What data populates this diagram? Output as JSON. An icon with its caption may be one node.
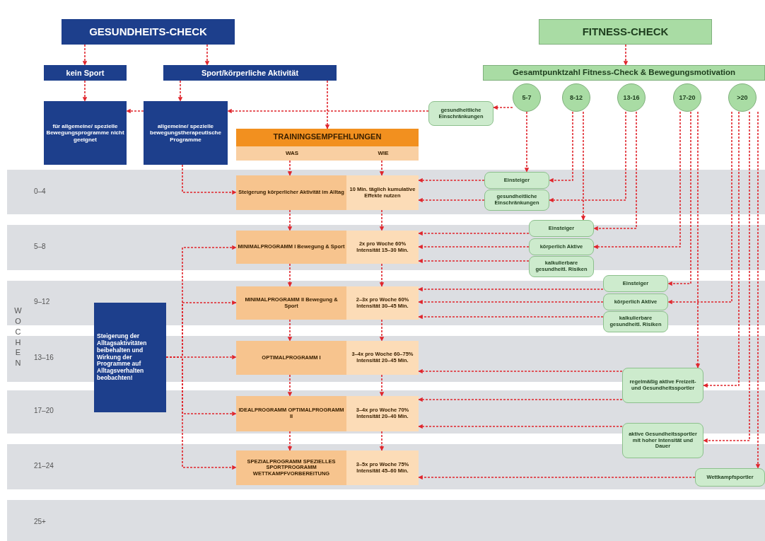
{
  "diagram": {
    "nodes": [
      {
        "text": [
          "GESUNDHEITS-CHECK"
        ]
      },
      {
        "text": [
          "kein Sport"
        ]
      },
      {
        "text": [
          "Sport/körperliche Aktivität"
        ]
      },
      {
        "text": [
          "für allgemeine/ spezielle Bewegungsprogramme nicht geeignet"
        ]
      },
      {
        "text": [
          "allgemeine/ spezielle bewegungstherapeutische Programme"
        ]
      },
      {
        "text": [
          "TRAININGSEMPFEHLUNGEN"
        ]
      },
      {
        "text": [
          "WAS"
        ],
        "in": 5
      },
      {
        "text": [
          "WIE"
        ],
        "in": 5
      },
      {
        "text": [
          "FITNESS-CHECK"
        ]
      },
      {
        "text": [
          "Gesamtpunktzahl Fitness-Check & Bewegungsmotivation"
        ]
      },
      {
        "text": [
          "5-7"
        ]
      },
      {
        "text": [
          "8-12"
        ]
      },
      {
        "text": [
          "13-16"
        ]
      },
      {
        "text": [
          "17-20"
        ]
      },
      {
        "text": [
          ">20"
        ]
      },
      {
        "text": [
          "gesundheitliche Einschränkungen"
        ]
      },
      {
        "text": [
          "Einsteiger"
        ]
      },
      {
        "text": [
          "gesundheitliche Einschränkungen"
        ]
      },
      {
        "text": [
          "Einsteiger"
        ]
      },
      {
        "text": [
          "körperlich Aktive"
        ]
      },
      {
        "text": [
          "kalkulierbare gesundheitl. Risiken"
        ]
      },
      {
        "text": [
          "Einsteiger"
        ]
      },
      {
        "text": [
          "körperlich Aktive"
        ]
      },
      {
        "text": [
          "kalkulierbare gesundheitl. Risiken"
        ]
      },
      {
        "text": [
          "regelmäßig aktive Freizeit- und Gesundheitssportler"
        ]
      },
      {
        "text": [
          "aktive Gesundheitssportler mit hoher Intensität und Dauer"
        ]
      },
      {
        "text": [
          "Wettkampfsportler"
        ]
      },
      {
        "text": [
          "Steigerung der Alltagsaktivitäten beibehalten und Wirkung der Programme auf Alltagsverhalten beobachten!"
        ]
      },
      {
        "text": [
          "Steigerung körperlicher Aktivität im Alltag"
        ]
      },
      {
        "text": [
          "10 Min. täglich kumulative Effekte nutzen"
        ]
      },
      {
        "text": [
          "MINIMALPROGRAMM I Bewegung & Sport"
        ]
      },
      {
        "text": [
          "2x pro Woche 60% Intensität 15–30 Min."
        ]
      },
      {
        "text": [
          "MINIMALPROGRAMM II Bewegung & Sport"
        ]
      },
      {
        "text": [
          "2–3x pro Woche 60% Intensität 30–45 Min."
        ]
      },
      {
        "text": [
          "OPTIMALPROGRAMM I"
        ]
      },
      {
        "text": [
          "3–4x pro Woche 60–75% Intensität 20–45 Min."
        ]
      },
      {
        "text": [
          "IDEALPROGRAMM OPTIMALPROGRAMM II"
        ]
      },
      {
        "text": [
          "3–4x pro Woche 70% Intensität 20–40 Min."
        ]
      },
      {
        "text": [
          "SPEZIALPROGRAMM SPEZIELLES SPORTPROGRAMM WETTKAMPFVORBEREITUNG"
        ]
      },
      {
        "text": [
          "3–5x pro Woche 75% Intensität 45–60 Min."
        ]
      }
    ],
    "edges": [
      {
        "from": 0,
        "to": 1,
        "arrow": "to"
      },
      {
        "from": 0,
        "to": 2,
        "arrow": "to"
      },
      {
        "from": 1,
        "to": 3,
        "arrow": "to"
      },
      {
        "from": 2,
        "to": 4,
        "arrow": "to"
      },
      {
        "from": 2,
        "to": 5,
        "arrow": "to"
      },
      {
        "from": 4,
        "to": 3,
        "arrow": "to"
      },
      {
        "from": 15,
        "to": 4,
        "arrow": "to"
      },
      {
        "from": 10,
        "to": 15,
        "arrow": "to"
      },
      {
        "from": 10,
        "to": 16,
        "arrow": "to"
      },
      {
        "from": 11,
        "to": 16,
        "arrow": "to"
      },
      {
        "from": 12,
        "to": 17,
        "arrow": "to"
      },
      {
        "from": 11,
        "to": 18,
        "arrow": "to"
      },
      {
        "from": 12,
        "to": 18,
        "arrow": "to"
      },
      {
        "from": 13,
        "to": 19,
        "arrow": "to"
      },
      {
        "from": 13,
        "to": 21,
        "arrow": "to"
      },
      {
        "from": 13,
        "to": 24,
        "arrow": "to"
      },
      {
        "from": 14,
        "to": 22,
        "arrow": "to"
      },
      {
        "from": 14,
        "to": 24,
        "arrow": "to"
      },
      {
        "from": 14,
        "to": 25,
        "arrow": "to"
      },
      {
        "from": 14,
        "to": 26,
        "arrow": "to"
      },
      {
        "from": 16,
        "to": 29,
        "arrow": "to"
      },
      {
        "from": 17,
        "to": 29,
        "arrow": "to"
      },
      {
        "from": 18,
        "to": 31,
        "arrow": "to"
      },
      {
        "from": 19,
        "to": 31,
        "arrow": "to"
      },
      {
        "from": 20,
        "to": 31,
        "arrow": "to"
      },
      {
        "from": 21,
        "to": 33,
        "arrow": "to"
      },
      {
        "from": 22,
        "to": 33,
        "arrow": "to"
      },
      {
        "from": 23,
        "to": 33,
        "arrow": "to"
      },
      {
        "from": 24,
        "to": 35,
        "arrow": "to"
      },
      {
        "from": 24,
        "to": 37,
        "arrow": "to"
      },
      {
        "from": 25,
        "to": 37,
        "arrow": "to"
      },
      {
        "from": 26,
        "to": 39,
        "arrow": "to"
      },
      {
        "from": 6,
        "to": 28,
        "arrow": "to"
      },
      {
        "from": 7,
        "to": 29,
        "arrow": "to"
      },
      {
        "from": 28,
        "to": 30,
        "arrow": "to"
      },
      {
        "from": 29,
        "to": 31,
        "arrow": "to"
      },
      {
        "from": 30,
        "to": 32,
        "arrow": "to"
      },
      {
        "from": 31,
        "to": 33,
        "arrow": "to"
      },
      {
        "from": 32,
        "to": 34,
        "arrow": "to"
      },
      {
        "from": 33,
        "to": 35,
        "arrow": "to"
      },
      {
        "from": 34,
        "to": 36,
        "arrow": "to"
      },
      {
        "from": 35,
        "to": 37,
        "arrow": "to"
      },
      {
        "from": 36,
        "to": 38,
        "arrow": "to"
      },
      {
        "from": 37,
        "to": 39,
        "arrow": "to"
      },
      {
        "from": 4,
        "to": 28,
        "arrow": "to"
      },
      {
        "from": 27,
        "to": 30,
        "arrow": "to"
      },
      {
        "from": 27,
        "to": 32,
        "arrow": "to"
      },
      {
        "from": 27,
        "to": 34,
        "arrow": "to"
      },
      {
        "from": 27,
        "to": 36,
        "arrow": "to"
      },
      {
        "from": 27,
        "to": 38,
        "arrow": "to"
      },
      {
        "from": 8,
        "to": 9,
        "arrow": "to"
      }
    ],
    "labels": [
      "0–4",
      "5–8",
      "9–12",
      "13–16",
      "17–20",
      "21–24",
      "25+",
      "WOCHEN"
    ]
  }
}
